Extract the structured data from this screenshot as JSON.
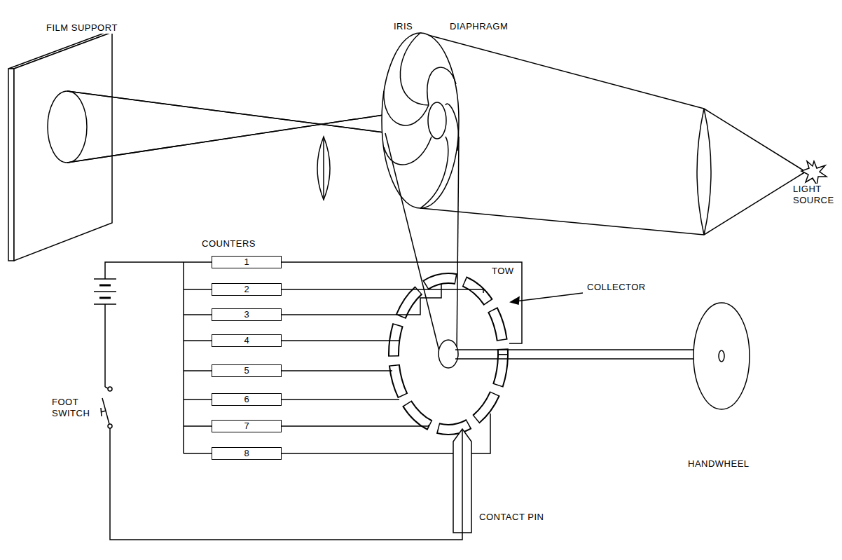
{
  "diagram": {
    "nodes": [
      {
        "text": [
          "1"
        ]
      },
      {
        "text": [
          "2"
        ]
      },
      {
        "text": [
          "3"
        ]
      },
      {
        "text": [
          "4"
        ]
      },
      {
        "text": [
          "5"
        ]
      },
      {
        "text": [
          "6"
        ]
      },
      {
        "text": [
          "7"
        ]
      },
      {
        "text": [
          "8"
        ]
      }
    ],
    "labels": [
      "FILM SUPPORT",
      "IRIS",
      "DIAPHRAGM",
      "LIGHT SOURCE",
      "COUNTERS",
      "TOW",
      "COLLECTOR",
      "HANDWHEEL",
      "FOOT SWITCH",
      "CONTACT PIN"
    ]
  }
}
